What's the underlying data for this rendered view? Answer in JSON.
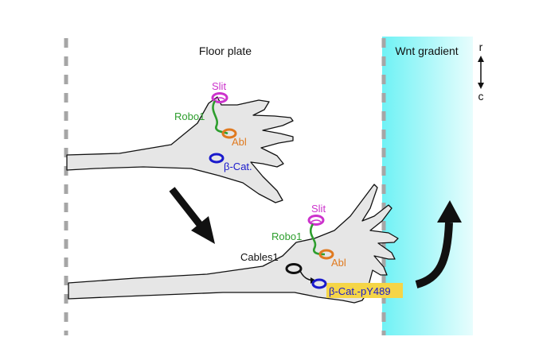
{
  "labels": {
    "floor_plate": "Floor plate",
    "wnt_gradient": "Wnt gradient",
    "axis_r": "r",
    "axis_c": "c"
  },
  "top_growth_cone": {
    "slit": "Slit",
    "robo1": "Robo1",
    "abl": "Abl",
    "beta_catenin": "β-Cat."
  },
  "bottom_growth_cone": {
    "slit": "Slit",
    "robo1": "Robo1",
    "abl": "Abl",
    "cables1": "Cables1",
    "beta_catenin_p": "β-Cat.-pY489"
  },
  "colors": {
    "slit": "#cc33cc",
    "robo1": "#2e9e2e",
    "abl": "#e07a20",
    "beta_catenin": "#1a1acc",
    "highlight": "#f5d547",
    "wnt_start": "#6ff2f5",
    "wnt_end": "#e8fdfd",
    "cone_fill": "#e6e6e6",
    "dashed_line": "#a6a6a6"
  }
}
